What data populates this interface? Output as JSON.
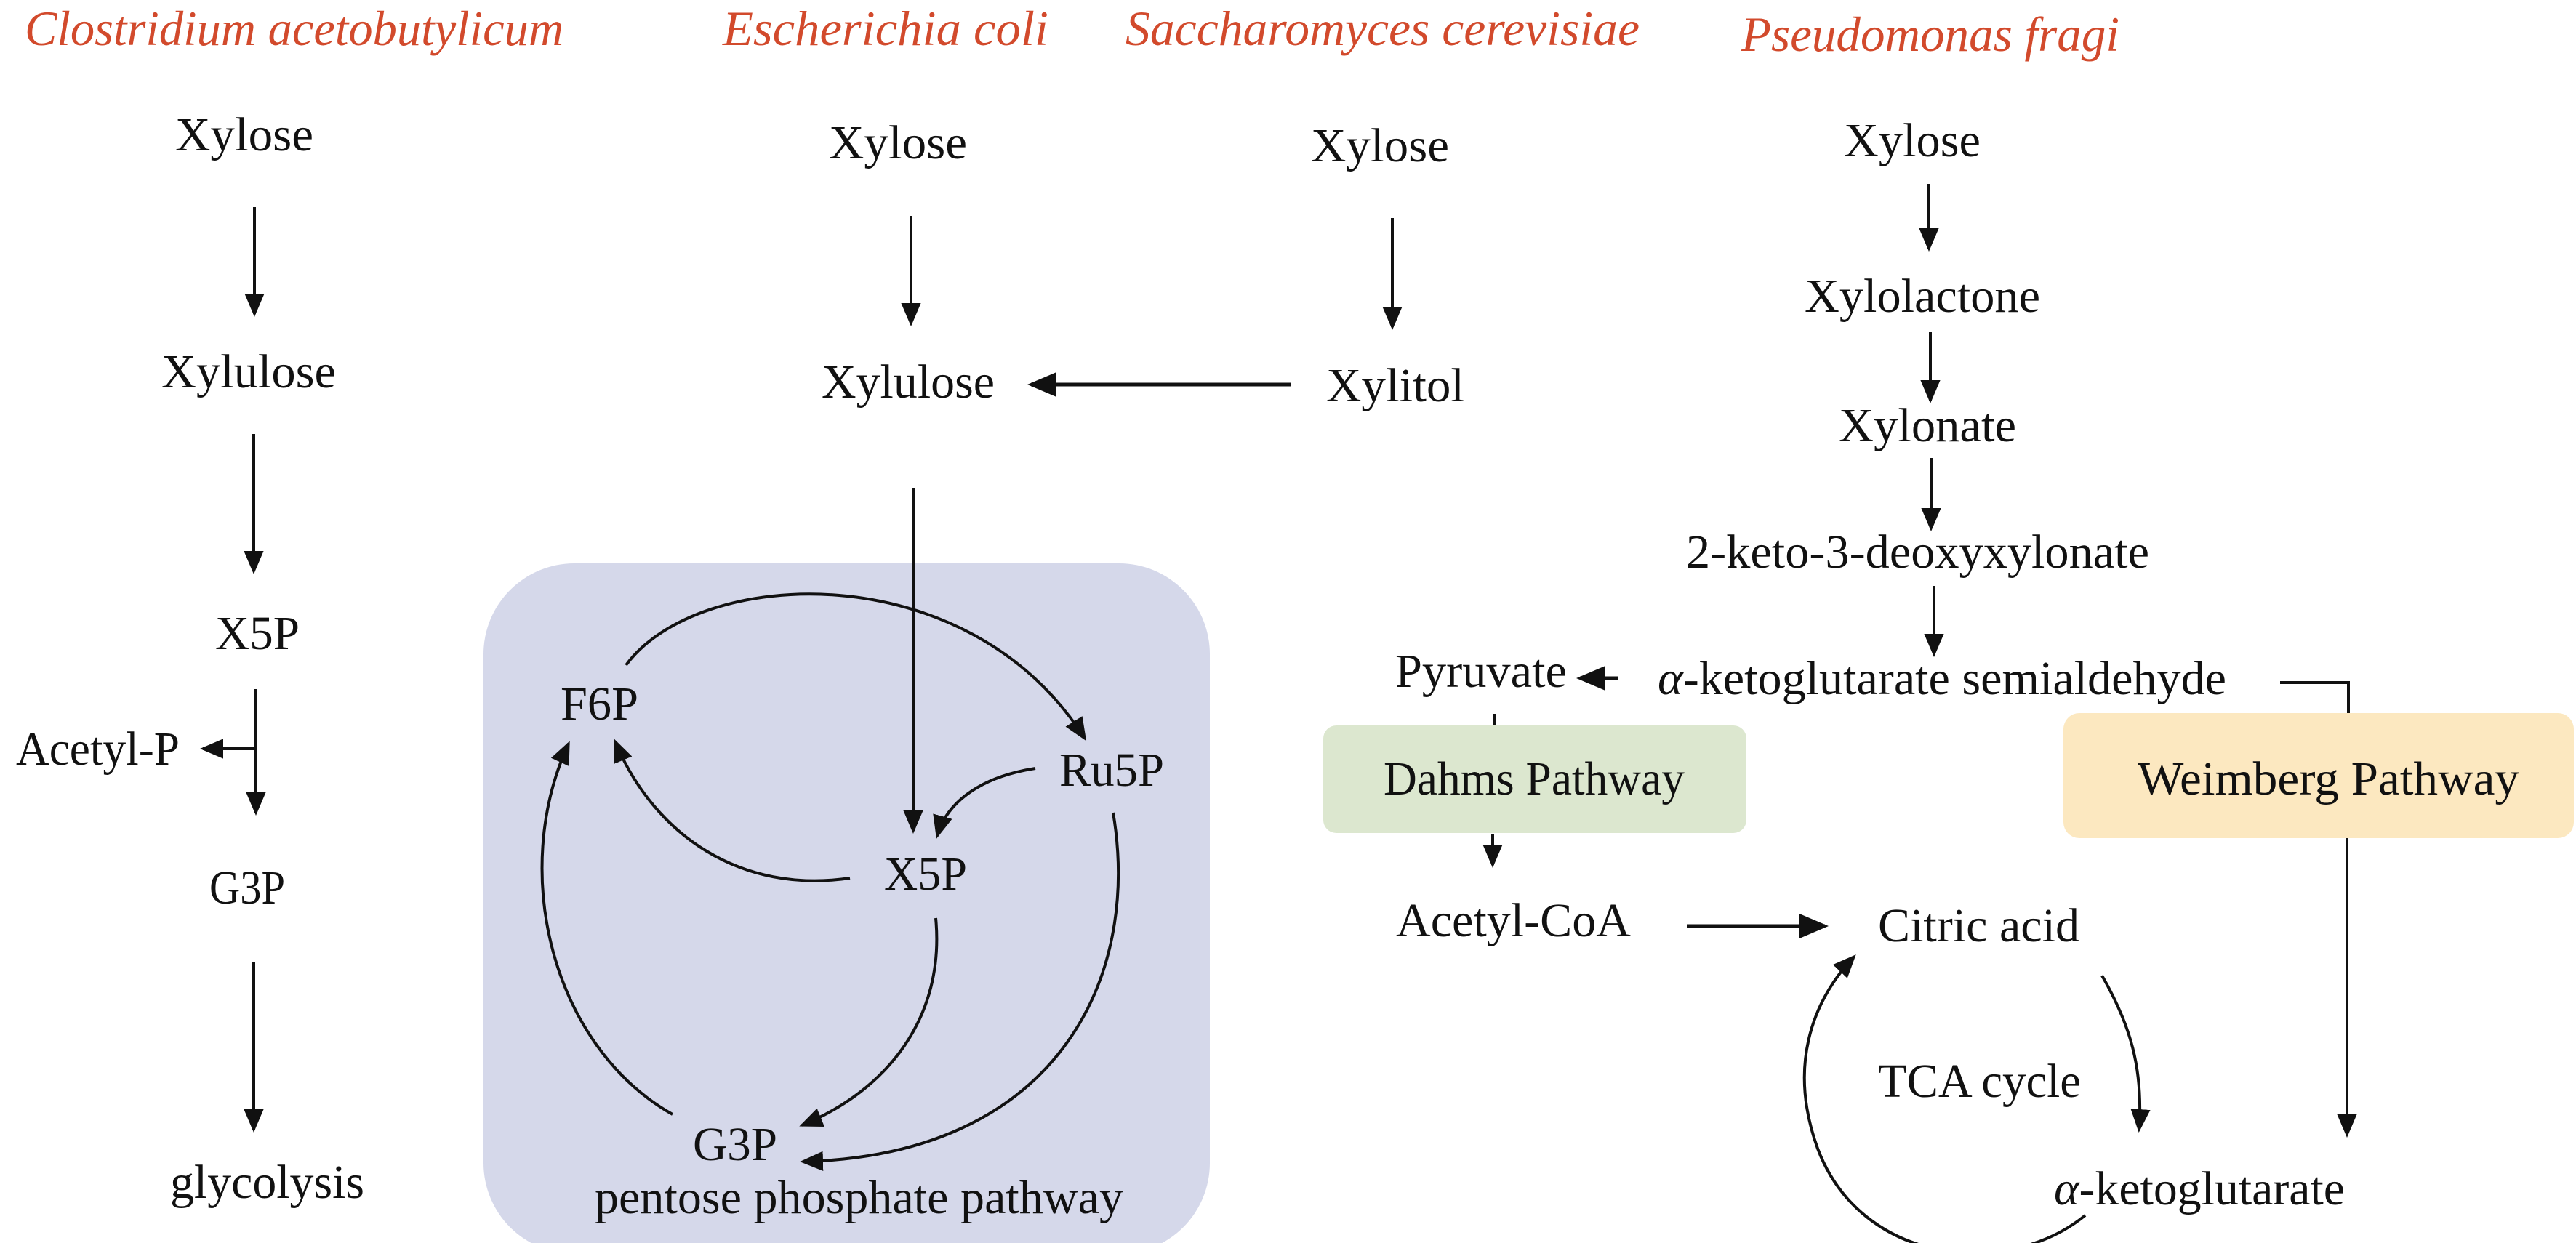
{
  "colors": {
    "header": "#d24a2c",
    "text": "#111111",
    "ppp_box": "#d5d8ea",
    "dahms_box": "#dce7cf",
    "weimberg_box": "#fce8c0"
  },
  "headers": {
    "clostridium": "Clostridium acetobutylicum",
    "ecoli": "Escherichia coli",
    "scerevisiae": "Saccharomyces cerevisiae",
    "pfragi": "Pseudomonas fragi"
  },
  "clostridium": {
    "xylose": "Xylose",
    "xylulose": "Xylulose",
    "x5p": "X5P",
    "acetyl_p": "Acetyl-P",
    "g3p": "G3P",
    "glycolysis": "glycolysis"
  },
  "ecoli": {
    "xylose": "Xylose",
    "xylulose": "Xylulose"
  },
  "scerevisiae": {
    "xylose": "Xylose",
    "xylitol": "Xylitol"
  },
  "ppp": {
    "f6p": "F6P",
    "ru5p": "Ru5P",
    "x5p": "X5P",
    "g3p": "G3P",
    "label": "pentose phosphate pathway"
  },
  "pfragi": {
    "xylose": "Xylose",
    "xylolactone": "Xylolactone",
    "xylonate": "Xylonate",
    "kdx": "2-keto-3-deoxyxylonate",
    "alpha": "α",
    "aksa_rest": "-ketoglutarate semialdehyde",
    "pyruvate": "Pyruvate",
    "dahms": "Dahms Pathway",
    "weimberg": "Weimberg Pathway",
    "acetyl_coa": "Acetyl-CoA",
    "citric_acid": "Citric acid",
    "tca": "TCA cycle",
    "akg_rest": "-ketoglutarate"
  }
}
